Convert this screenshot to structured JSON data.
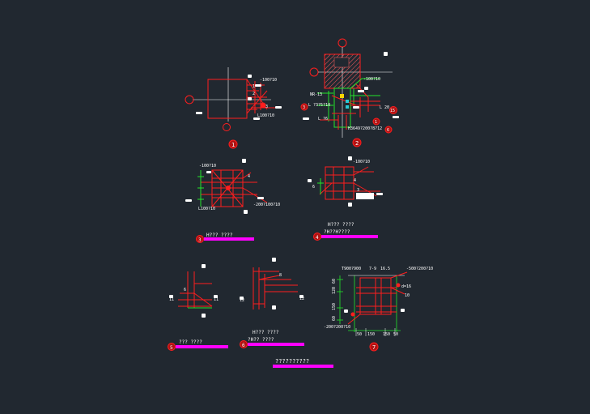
{
  "colors": {
    "background": "#212830",
    "red": "#ff1e1e",
    "white": "#ffffff",
    "green": "#22e52a",
    "magenta": "#ff00ff",
    "cyan": "#29c9d6",
    "hatch": "#ff6060"
  },
  "details": [
    {
      "num": "1",
      "callouts": [
        "-100?10",
        "L100?10",
        "1",
        "2",
        "3",
        "2",
        "1",
        "1"
      ]
    },
    {
      "num": "2",
      "callouts": [
        "-100?10",
        "NR-13",
        "L ?3?5?10",
        "H3649?200?8?12",
        "L ?6",
        "L 20",
        "1",
        "3",
        "15",
        "6",
        "5",
        "1",
        "15",
        "1",
        "1",
        "1",
        "1"
      ]
    },
    {
      "num": "3",
      "callouts": [
        "-100?10",
        "L100?10",
        "-200?100?10",
        "3",
        "4",
        "5",
        "2",
        "5",
        "7",
        "1",
        "1"
      ]
    },
    {
      "num": "4",
      "callouts": [
        "-100?10",
        "4",
        "6",
        "3",
        "1",
        "2",
        "1",
        "2"
      ]
    },
    {
      "num": "5",
      "callouts": [
        "6",
        "1",
        "11",
        "11",
        "1"
      ]
    },
    {
      "num": "6",
      "callouts": [
        "8",
        "1",
        "12",
        "12",
        "1"
      ]
    },
    {
      "num": "7",
      "callouts": [
        "T900?900",
        "7-9",
        "16.5",
        "-500?200?10",
        "d=16",
        "10",
        "-200?200?10",
        "8",
        "8"
      ],
      "dims": [
        "50",
        "150",
        "150",
        "50",
        "60",
        "120",
        "150",
        "60"
      ]
    }
  ],
  "labels": {
    "d3": "H???  ????",
    "d4_line1": "H???  ????",
    "d4_line2": "?H??H????",
    "d5": "???  ????",
    "d6_line1": "H???  ????",
    "d6_line2": "?H??  ????",
    "sheet_title": "??????????"
  }
}
